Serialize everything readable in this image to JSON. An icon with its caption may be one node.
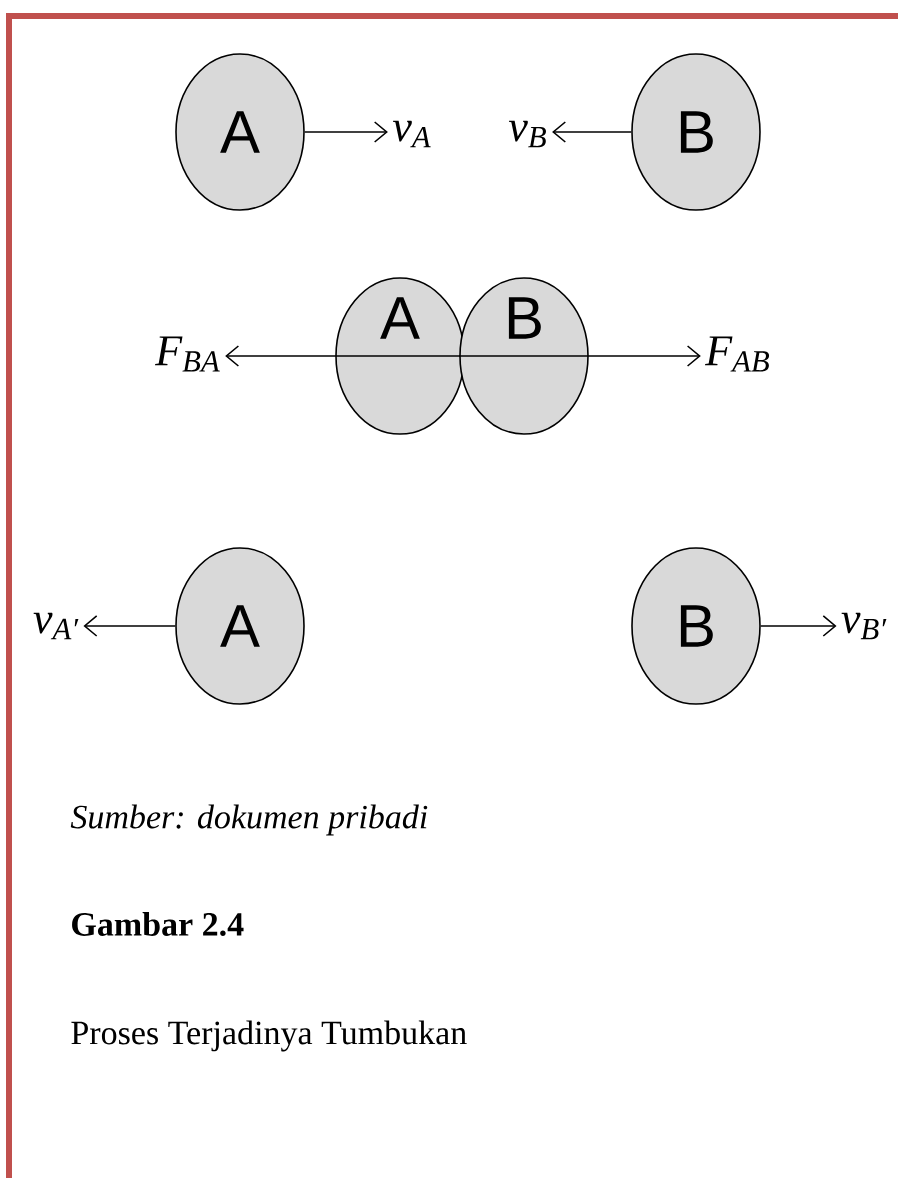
{
  "diagram": {
    "nodes": [
      {
        "text": [
          "A"
        ]
      },
      {
        "text": [
          "v$_{A}$"
        ]
      },
      {
        "text": [
          "v$_{B}$"
        ]
      },
      {
        "text": [
          "B"
        ]
      },
      {
        "text": [
          "F$_{BA}$"
        ]
      },
      {
        "text": [
          "A"
        ]
      },
      {
        "text": [
          "B"
        ]
      },
      {
        "text": [
          "F$_{AB}$"
        ]
      },
      {
        "text": [
          "v$_{A′}$"
        ]
      },
      {
        "text": [
          "A"
        ]
      },
      {
        "text": [
          "B"
        ]
      },
      {
        "text": [
          "v$_{B′}$"
        ]
      }
    ],
    "edges": [
      {
        "from": 0,
        "to": 1,
        "arrow": "to"
      },
      {
        "from": 3,
        "to": 2,
        "arrow": "to"
      },
      {
        "from": 5,
        "to": 4,
        "arrow": "to"
      },
      {
        "from": 6,
        "to": 7,
        "arrow": "to"
      },
      {
        "from": 9,
        "to": 8,
        "arrow": "to"
      },
      {
        "from": 10,
        "to": 11,
        "arrow": "to"
      }
    ],
    "labels": [
      "Sumber: dokumen pribadi",
      "Gambar 2.4",
      "Proses Terjadinya Tumbukan"
    ]
  }
}
